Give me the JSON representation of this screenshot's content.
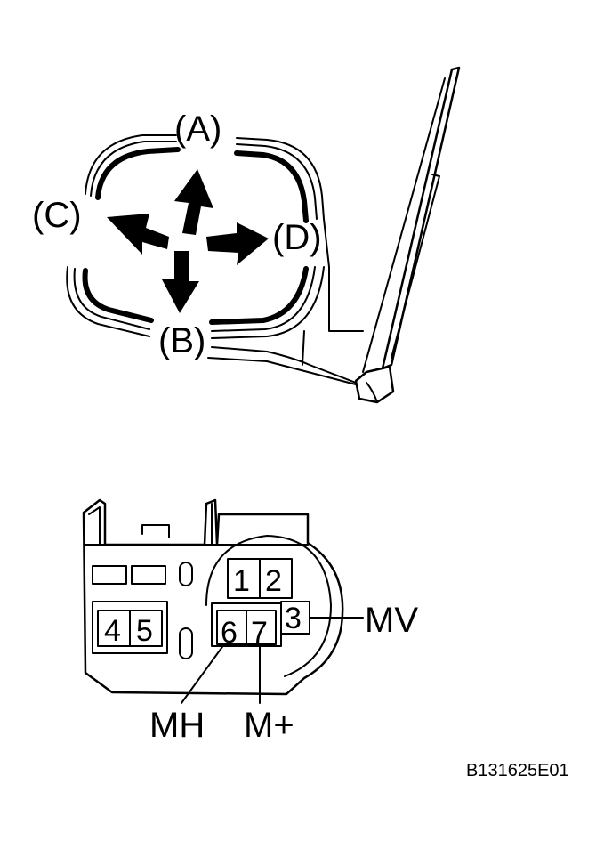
{
  "mirror": {
    "directions": {
      "a": "(A)",
      "b": "(B)",
      "c": "(C)",
      "d": "(D)"
    }
  },
  "connector": {
    "pins": [
      "1",
      "2",
      "3",
      "4",
      "5",
      "6",
      "7"
    ],
    "signals": {
      "mv": "MV",
      "mh": "MH",
      "m_plus": "M+"
    }
  },
  "figure_code": "B131625E01"
}
